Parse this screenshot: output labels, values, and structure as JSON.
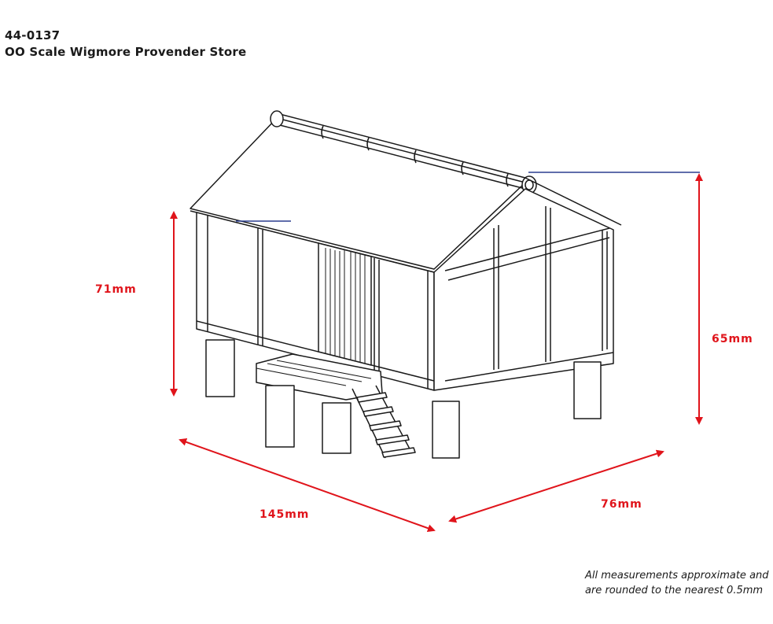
{
  "header": {
    "product_code": "44-0137",
    "product_name": "OO Scale Wigmore Provender Store"
  },
  "dimensions": {
    "height_front": "71mm",
    "height_ridge": "65mm",
    "length": "145mm",
    "depth": "76mm"
  },
  "footnote": {
    "line1": "All measurements approximate and",
    "line2": "are rounded to the nearest 0.5mm"
  },
  "colors": {
    "dimension_red": "#e0141b",
    "leader_blue": "#2b3f8f",
    "line_black": "#1a1a1a"
  }
}
